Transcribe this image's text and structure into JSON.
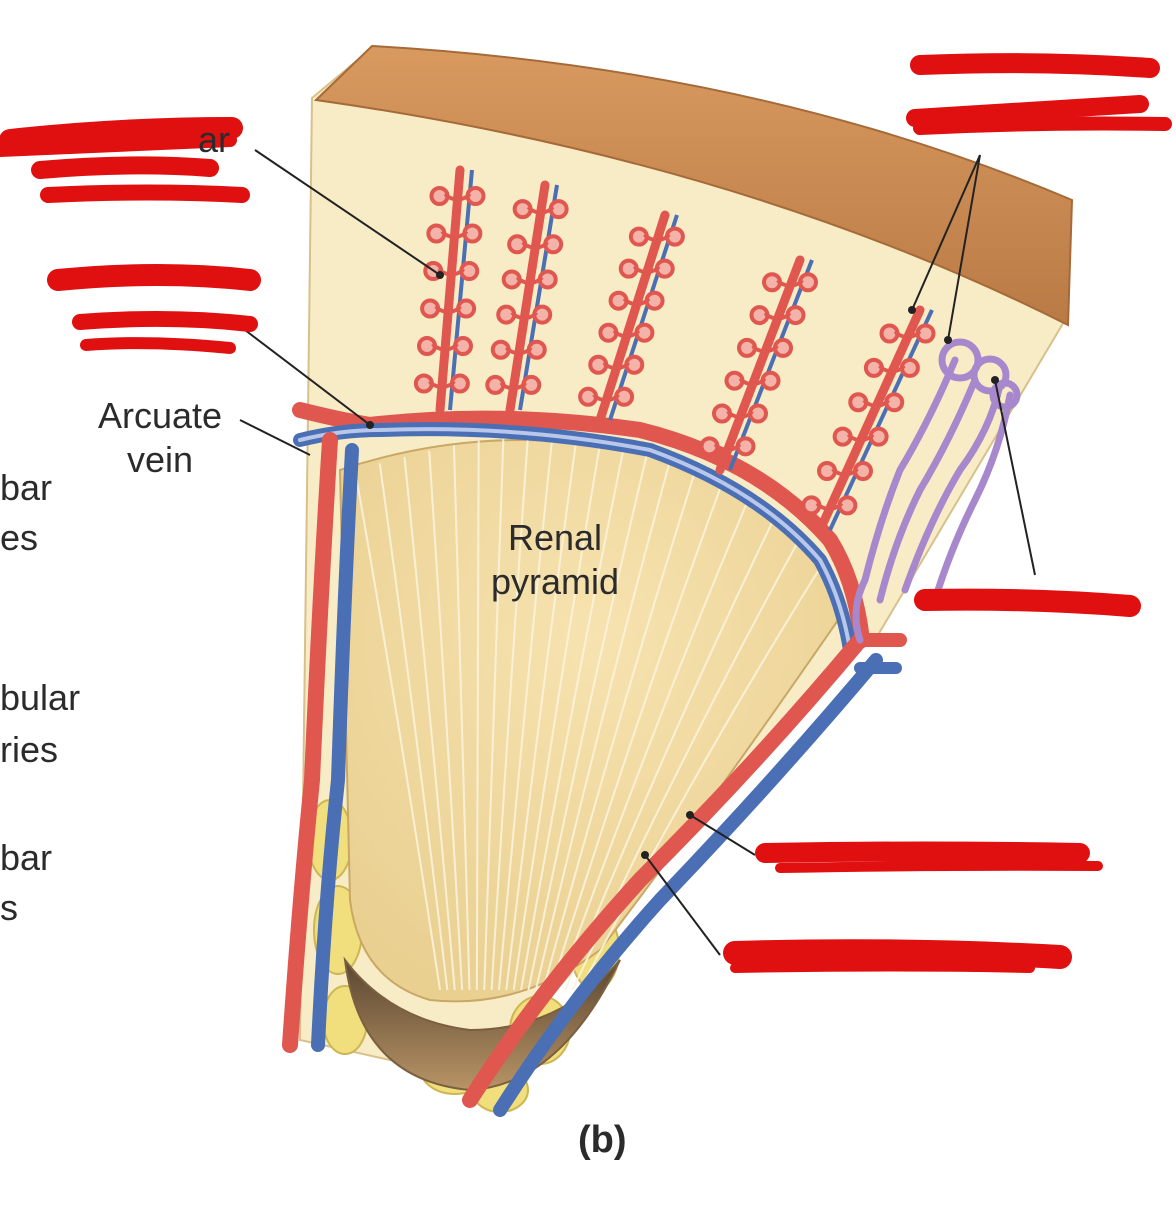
{
  "labels": {
    "arcuate_vein": [
      "Arcuate",
      "vein"
    ],
    "renal_pyramid": [
      "Renal",
      "pyramid"
    ],
    "panel": "(b)",
    "obscured_top_left": "ar",
    "left_fragments": [
      "bar",
      "es",
      "bular",
      "ries",
      "bar",
      "s"
    ]
  },
  "colors": {
    "artery": "#e0574f",
    "vein": "#4b6fb5",
    "cortex": "#f8ecc6",
    "medulla": "#f1d9a0",
    "capsule": "#c98a52",
    "nephron": "#a888cc",
    "fat": "#f0df7c",
    "redaction": "#e01010",
    "leader": "#222222"
  }
}
